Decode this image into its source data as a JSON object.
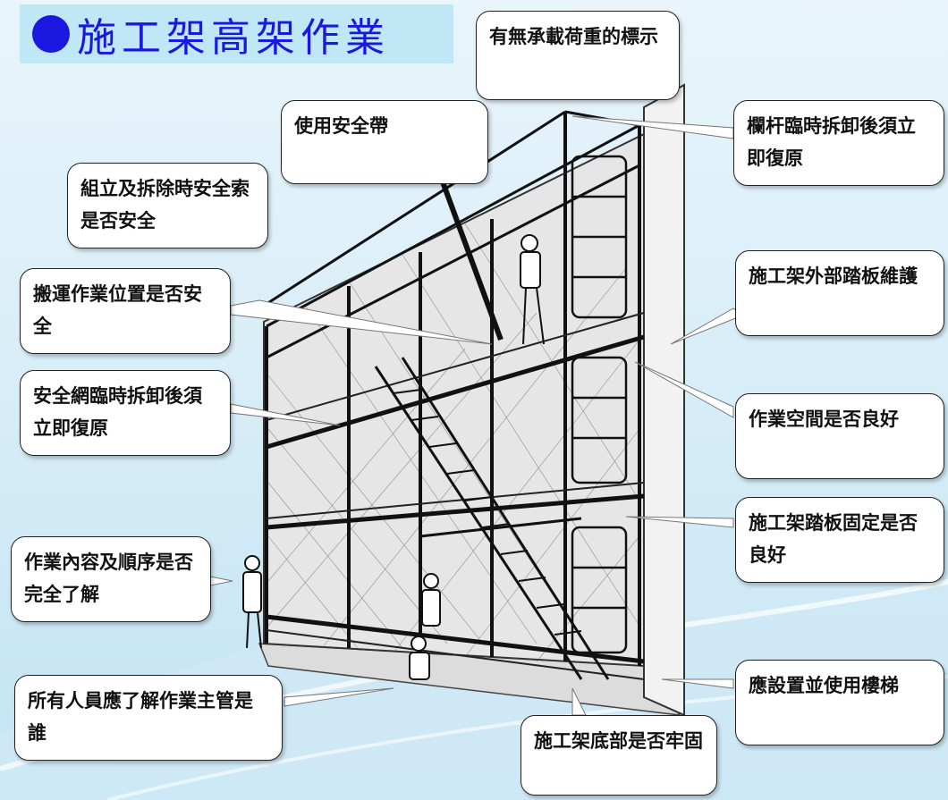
{
  "title": "施工架高架作業",
  "callouts": {
    "load_sign": "有無承載荷重的標示",
    "safety_belt": "使用安全帶",
    "railing": "欄杆臨時拆卸後須立即復原",
    "assembly_rope": "組立及拆除時安全索是否安全",
    "outer_plank": "施工架外部踏板維護",
    "transport": "搬運作業位置是否安全",
    "safety_net": "安全網臨時拆卸後須立即復原",
    "work_space": "作業空間是否良好",
    "plank_fixed": "施工架踏板固定是否良好",
    "work_content": "作業內容及順序是否完全了解",
    "ladder": "應設置並使用樓梯",
    "supervisor": "所有人員應了解作業主管是誰",
    "base": "施工架底部是否牢固"
  },
  "colors": {
    "title": "#1a18e0",
    "title_bg": "#bfe7f5"
  }
}
